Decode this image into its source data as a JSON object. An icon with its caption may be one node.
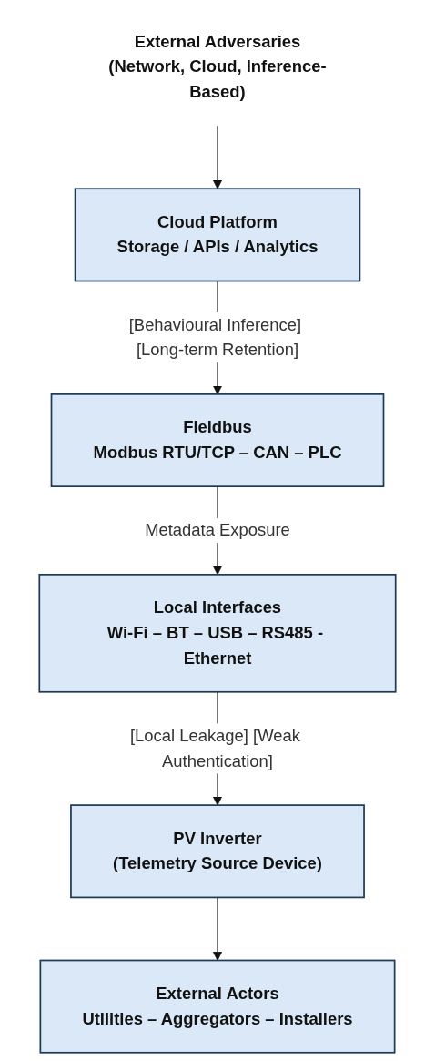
{
  "diagram": {
    "nodes": [
      {
        "text": [
          "External Adversaries",
          "(Network, Cloud, Inference-Based)"
        ]
      },
      {
        "text": [
          "Cloud Platform",
          "Storage / APIs / Analytics"
        ]
      },
      {
        "text": [
          "Fieldbus",
          "Modbus RTU/TCP – CAN – PLC"
        ]
      },
      {
        "text": [
          "Local Interfaces",
          "Wi-Fi – BT – USB – RS485 - Ethernet"
        ]
      },
      {
        "text": [
          "PV Inverter",
          "(Telemetry Source Device)"
        ]
      },
      {
        "text": [
          "External Actors",
          "Utilities – Aggregators – Installers"
        ]
      }
    ],
    "edges": [
      {
        "from": 0,
        "to": 1,
        "arrow": "to"
      },
      {
        "from": 1,
        "to": 2,
        "arrow": "to",
        "label": "[Behavioural Inference] [Long-term Retention]"
      },
      {
        "from": 2,
        "to": 3,
        "arrow": "to",
        "label": "Metadata Exposure"
      },
      {
        "from": 3,
        "to": 4,
        "arrow": "to",
        "label": "[Local Leakage] [Weak Authentication]"
      },
      {
        "from": 4,
        "to": 5,
        "arrow": "to"
      }
    ]
  }
}
